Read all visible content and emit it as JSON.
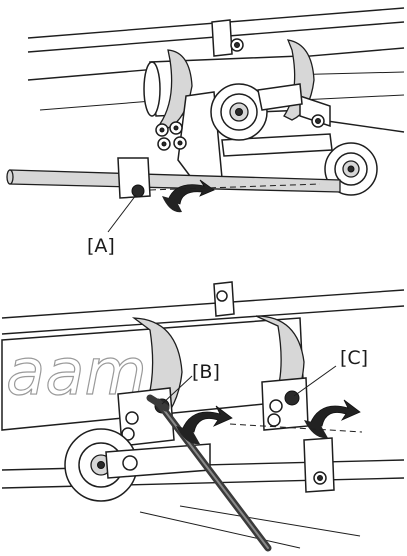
{
  "figure": {
    "top_panel": {
      "callout_a": "[A]"
    },
    "bottom_panel": {
      "callout_b": "[B]",
      "callout_c": "[C]",
      "brand_text": "aam"
    }
  },
  "colors": {
    "ink": "#1e1e1e",
    "shade": "#d7d7d7",
    "background": "#ffffff"
  }
}
